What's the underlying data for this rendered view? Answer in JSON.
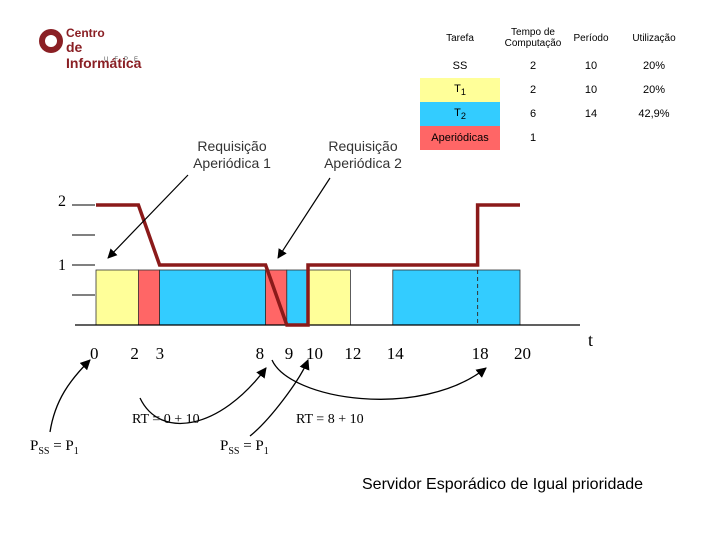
{
  "logo": {
    "line1": "Centro",
    "line2": "de Informática",
    "sub": "UFPE"
  },
  "table": {
    "headers": [
      "Tarefa",
      "Tempo de Computação",
      "Período",
      "Utilização"
    ],
    "rows": [
      {
        "task": "SS",
        "sub": "",
        "computation": "2",
        "period": "10",
        "utilization": "20%"
      },
      {
        "task": "T",
        "sub": "1",
        "computation": "2",
        "period": "10",
        "utilization": "20%"
      },
      {
        "task": "T",
        "sub": "2",
        "computation": "6",
        "period": "14",
        "utilization": "42,9%"
      },
      {
        "task": "Aperiódicas",
        "sub": "",
        "computation": "1",
        "period": "",
        "utilization": ""
      }
    ]
  },
  "requests": {
    "first": [
      "Requisição",
      "Aperiódica 1"
    ],
    "second": [
      "Requisição",
      "Aperiódica 2"
    ]
  },
  "y_axis": {
    "labels": [
      "2",
      "1"
    ]
  },
  "time_axis": {
    "ticks": [
      "0",
      "2",
      "3",
      "8",
      "9",
      "10",
      "12",
      "14",
      "18",
      "20"
    ],
    "label": "t"
  },
  "replenishment": {
    "first": "RT = 0 + 10",
    "second": "RT = 8 + 10"
  },
  "priority": {
    "first": {
      "main": "P",
      "sub": "SS",
      "rest": " = P",
      "sub2": "1"
    },
    "second": {
      "main": "P",
      "sub": "SS",
      "rest": " = P",
      "sub2": "1"
    }
  },
  "caption": "Servidor Esporádico de Igual prioridade",
  "colors": {
    "t1": "#ffff99",
    "t2": "#33ccff",
    "aperiodic": "#ff6666",
    "capacity": "#8b1a1a"
  },
  "chart_data": {
    "type": "gantt",
    "time_range": [
      0,
      22
    ],
    "capacity_range": [
      0,
      2
    ],
    "slots": [
      {
        "task": "T1",
        "start": 0,
        "end": 2
      },
      {
        "task": "Aperiodic",
        "start": 2,
        "end": 3
      },
      {
        "task": "T2",
        "start": 3,
        "end": 8
      },
      {
        "task": "Aperiodic",
        "start": 8,
        "end": 9
      },
      {
        "task": "T2",
        "start": 9,
        "end": 10
      },
      {
        "task": "T1",
        "start": 10,
        "end": 12
      },
      {
        "task": "T2",
        "start": 14,
        "end": 20
      }
    ],
    "capacity": [
      {
        "t": 0,
        "c": 2
      },
      {
        "t": 2,
        "c": 2
      },
      {
        "t": 3,
        "c": 1
      },
      {
        "t": 8,
        "c": 1
      },
      {
        "t": 9,
        "c": 0
      },
      {
        "t": 10,
        "c": 0
      },
      {
        "t": 10,
        "c": 1
      },
      {
        "t": 18,
        "c": 1
      },
      {
        "t": 18,
        "c": 2
      },
      {
        "t": 20,
        "c": 2
      }
    ],
    "markers": [
      {
        "t": 18,
        "style": "dashed"
      }
    ]
  }
}
